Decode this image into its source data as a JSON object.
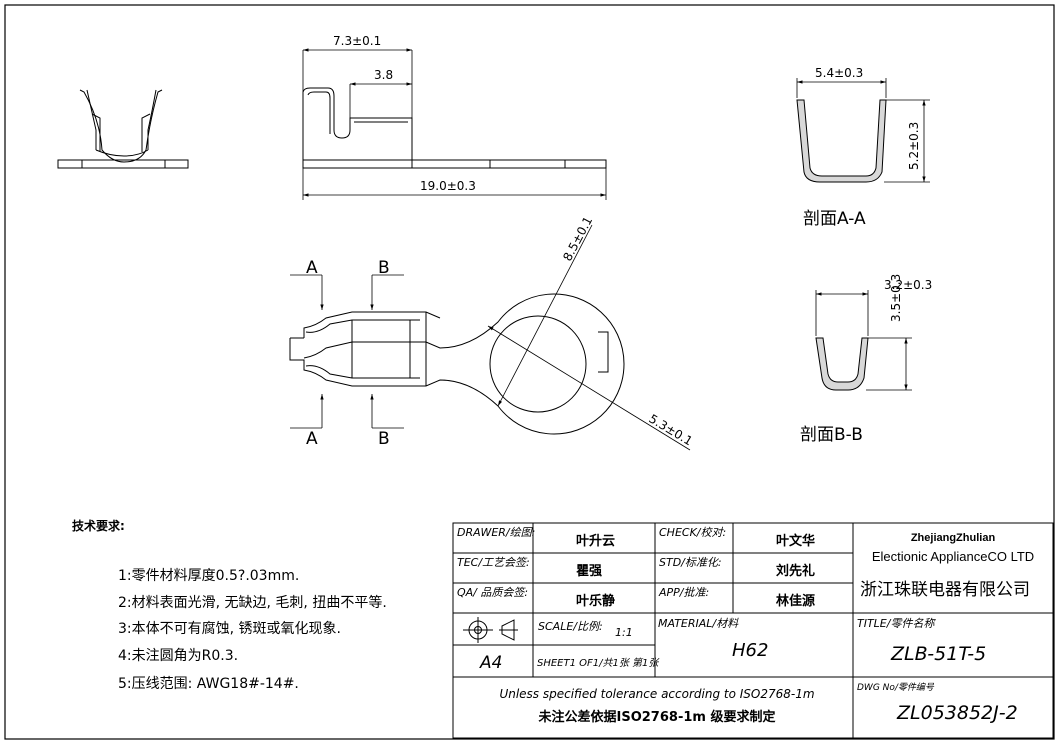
{
  "dimensions": {
    "top_width": "7.3±0.1",
    "slot_width": "3.8",
    "total_length": "19.0±0.3",
    "ring_outer": "8.5±0.1",
    "ring_inner": "5.3±0.1",
    "sec_a_width": "5.4±0.3",
    "sec_a_height": "5.2±0.3",
    "sec_b_width": "3.2±0.3",
    "sec_b_height": "3.5±0.3"
  },
  "section_marks": {
    "a": "A",
    "b": "B"
  },
  "section_labels": {
    "a": "剖面A-A",
    "b": "剖面B-B"
  },
  "notes": {
    "title": "技术要求:",
    "items": [
      "1:零件材料厚度0.5?.03mm.",
      "2:材料表面光滑, 无缺边, 毛刺, 扭曲不平等.",
      "3:本体不可有腐蚀, 锈斑或氧化现象.",
      "4:未注圆角为R0.3.",
      "5:压线范围: AWG18#-14#."
    ]
  },
  "title_block": {
    "drawer_label": "DRAWER/绘图:",
    "drawer": "叶升云",
    "check_label": "CHECK/校对:",
    "check": "叶文华",
    "tec_label": "TEC/工艺会签:",
    "tec": "瞿强",
    "std_label": "STD/标准化:",
    "std": "刘先礼",
    "qa_label": "QA/ 品质会签:",
    "qa": "叶乐静",
    "app_label": "APP/批准:",
    "app": "林佳源",
    "company_en_1": "ZhejiangZhulian",
    "company_en_2": "Electionic ApplianceCO LTD",
    "company_cn": "浙江珠联电器有限公司",
    "scale_label": "SCALE/比例:",
    "scale": "1:1",
    "material_label": "MATERIAL/材料",
    "material": "H62",
    "title_label": "TITLE/零件名称",
    "title": "ZLB-51T-5",
    "paper": "A4",
    "sheet": "SHEET1 OF1/共1张 第1张",
    "tolerance_en": "Unless specified tolerance according to ISO2768-1m",
    "tolerance_cn": "未注公差依据ISO2768-1m 级要求制定",
    "dwg_label": "DWG No/零件编号",
    "dwg_no": "ZL053852J-2"
  }
}
